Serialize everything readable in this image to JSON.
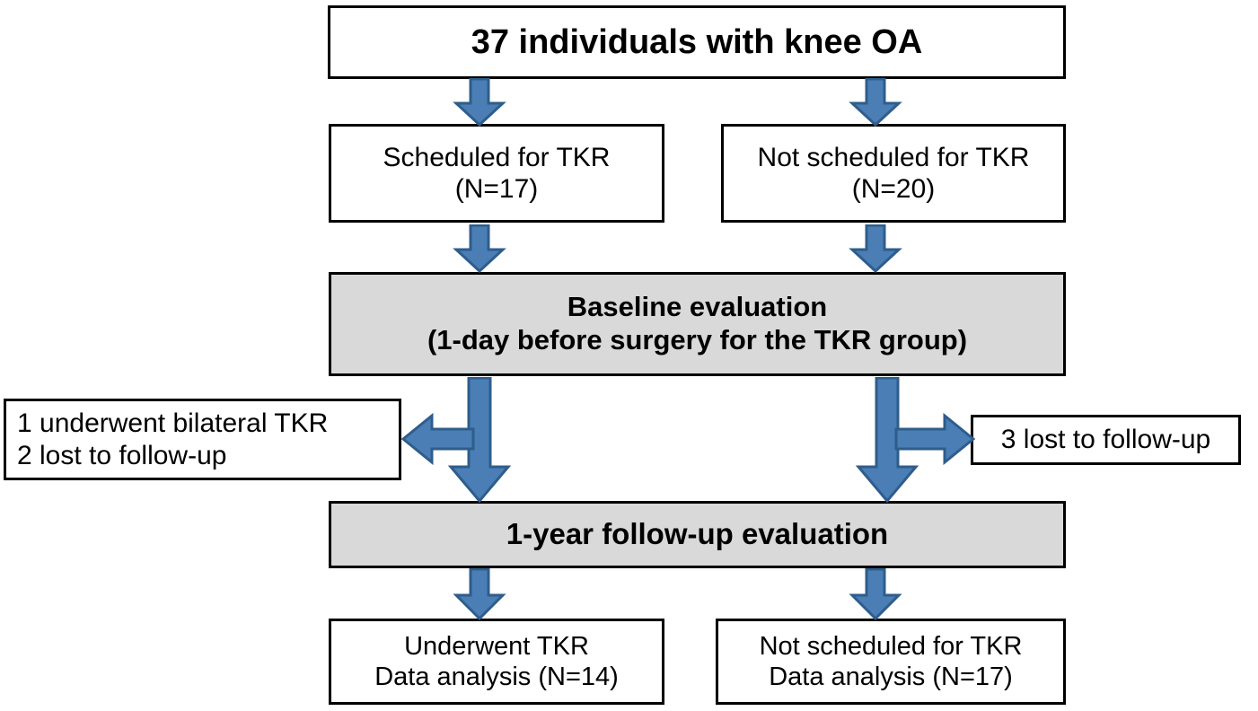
{
  "diagram": {
    "title": "CONSORT-style participant flow diagram",
    "colors": {
      "arrow_fill": "#4A7EB5",
      "arrow_stroke": "#2E5D8C",
      "box_border": "#000000",
      "box_fill": "#FFFFFF",
      "box_fill_shaded": "#D9D9D9",
      "text": "#000000"
    },
    "nodes": {
      "total": {
        "name": "total-enrolled",
        "lines": [
          "37 individuals with knee OA"
        ]
      },
      "scheduled_tkr": {
        "name": "scheduled-for-tkr",
        "lines": [
          "Scheduled for TKR",
          "(N=17)"
        ]
      },
      "not_scheduled_tkr": {
        "name": "not-scheduled-for-tkr",
        "lines": [
          "Not scheduled for TKR",
          "(N=20)"
        ]
      },
      "baseline": {
        "name": "baseline-evaluation",
        "lines": [
          "Baseline evaluation",
          "(1-day before surgery for the TKR group)"
        ]
      },
      "dropout_left": {
        "name": "tkr-group-dropouts",
        "lines": [
          "1 underwent bilateral TKR",
          "2 lost to follow-up"
        ]
      },
      "dropout_right": {
        "name": "control-group-dropouts",
        "lines": [
          "3 lost to follow-up"
        ]
      },
      "followup": {
        "name": "one-year-followup-evaluation",
        "lines": [
          "1-year follow-up evaluation"
        ]
      },
      "analysis_tkr": {
        "name": "tkr-data-analysis",
        "lines": [
          "Underwent TKR",
          "Data analysis (N=14)"
        ]
      },
      "analysis_control": {
        "name": "control-data-analysis",
        "lines": [
          "Not scheduled for TKR",
          "Data analysis (N=17)"
        ]
      }
    },
    "arrows": [
      {
        "name": "arrow-total-to-scheduled",
        "direction": "down"
      },
      {
        "name": "arrow-total-to-not-scheduled",
        "direction": "down"
      },
      {
        "name": "arrow-scheduled-to-baseline",
        "direction": "down"
      },
      {
        "name": "arrow-not-scheduled-to-baseline",
        "direction": "down"
      },
      {
        "name": "arrow-baseline-to-followup-left",
        "direction": "down"
      },
      {
        "name": "arrow-baseline-to-followup-right",
        "direction": "down"
      },
      {
        "name": "arrow-dropout-left",
        "direction": "left"
      },
      {
        "name": "arrow-dropout-right",
        "direction": "right"
      },
      {
        "name": "arrow-followup-to-analysis-tkr",
        "direction": "down"
      },
      {
        "name": "arrow-followup-to-analysis-control",
        "direction": "down"
      }
    ]
  }
}
